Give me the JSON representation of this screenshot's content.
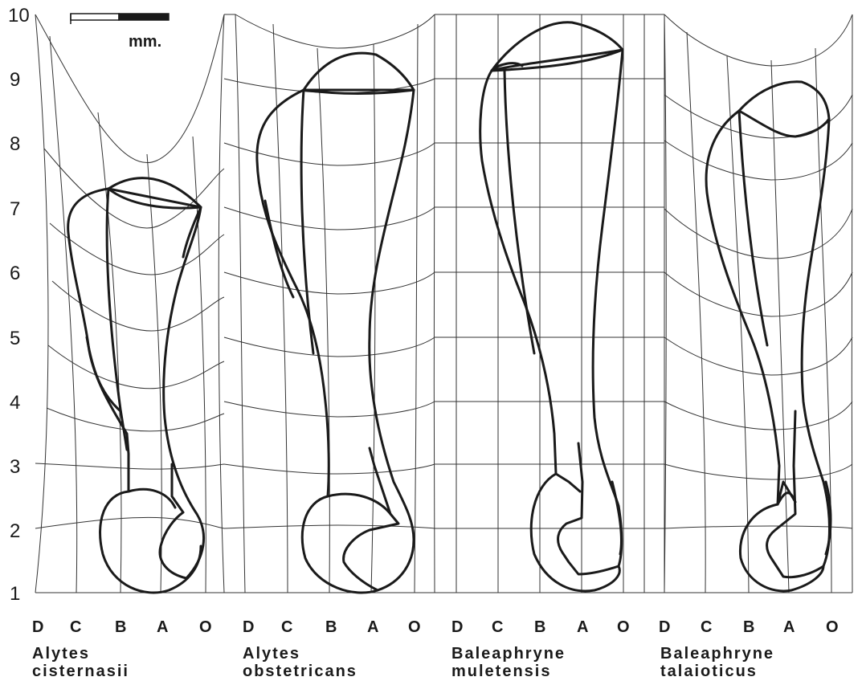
{
  "scale_bar": {
    "label": "mm."
  },
  "y_axis": {
    "labels": [
      "10",
      "9",
      "8",
      "7",
      "6",
      "5",
      "4",
      "3",
      "2",
      "1"
    ]
  },
  "panels": [
    {
      "species_line1": "Alytes",
      "species_line2": "cisternasii",
      "x_labels": [
        "D",
        "C",
        "B",
        "A",
        "O"
      ]
    },
    {
      "species_line1": "Alytes",
      "species_line2": "obstetricans",
      "x_labels": [
        "D",
        "C",
        "B",
        "A",
        "O"
      ]
    },
    {
      "species_line1": "Baleaphryne",
      "species_line2": "muletensis",
      "x_labels": [
        "D",
        "C",
        "B",
        "A",
        "O"
      ]
    },
    {
      "species_line1": "Baleaphryne",
      "species_line2": "talaioticus",
      "x_labels": [
        "D",
        "C",
        "B",
        "A",
        "O"
      ]
    }
  ]
}
